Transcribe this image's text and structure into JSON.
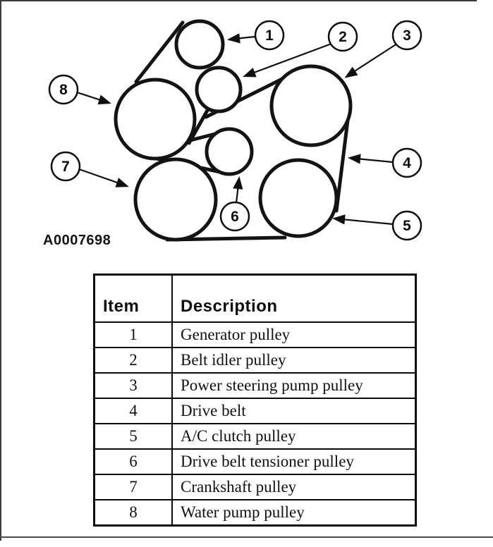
{
  "figure": {
    "part_number": "A0007698",
    "callouts": [
      {
        "label": "1",
        "points_to": "Generator pulley"
      },
      {
        "label": "2",
        "points_to": "Belt idler pulley"
      },
      {
        "label": "3",
        "points_to": "Power steering pump pulley"
      },
      {
        "label": "4",
        "points_to": "Drive belt"
      },
      {
        "label": "5",
        "points_to": "A/C clutch pulley"
      },
      {
        "label": "6",
        "points_to": "Drive belt tensioner pulley"
      },
      {
        "label": "7",
        "points_to": "Crankshaft pulley"
      },
      {
        "label": "8",
        "points_to": "Water pump pulley"
      }
    ]
  },
  "table": {
    "header": {
      "item": "Item",
      "description": "Description"
    },
    "rows": [
      {
        "item": "1",
        "description": "Generator pulley"
      },
      {
        "item": "2",
        "description": "Belt idler pulley"
      },
      {
        "item": "3",
        "description": "Power steering pump pulley"
      },
      {
        "item": "4",
        "description": "Drive belt"
      },
      {
        "item": "5",
        "description": "A/C clutch pulley"
      },
      {
        "item": "6",
        "description": "Drive belt tensioner pulley"
      },
      {
        "item": "7",
        "description": "Crankshaft pulley"
      },
      {
        "item": "8",
        "description": "Water pump pulley"
      }
    ]
  },
  "colors": {
    "ink": "#131313",
    "page_edge": "#3c3c3c"
  }
}
